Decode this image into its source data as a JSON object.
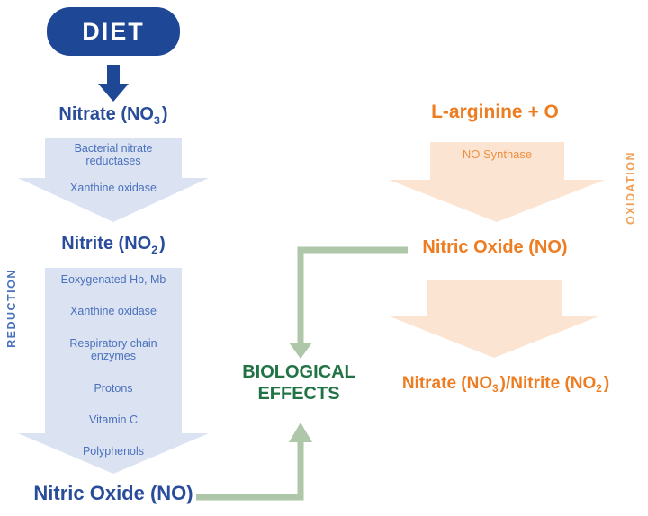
{
  "colors": {
    "dark_blue": "#1e4796",
    "heading_blue": "#2a4d9b",
    "light_blue_fill": "#dbe2f2",
    "arrow_text_blue": "#4a71bd",
    "orange": "#ee7d22",
    "light_orange_fill": "#fbe4d2",
    "soft_orange_text": "#ef9040",
    "oxidation_text": "#f0a058",
    "green_text": "#217346",
    "green_arrow": "#adc7a8"
  },
  "left": {
    "diet_label": "DIET",
    "reduction_label": "REDUCTION",
    "nitrate": {
      "pre": "Nitrate (NO",
      "sub": "3",
      "post": ")"
    },
    "arrow1_items": [
      "Bacterial nitrate reductases",
      "Xanthine oxidase"
    ],
    "nitrite": {
      "pre": "Nitrite (NO",
      "sub": "2",
      "post": ")"
    },
    "arrow2_items": [
      "Eoxygenated Hb, Mb",
      "Xanthine oxidase",
      "Respiratory chain enzymes",
      "Protons",
      "Vitamin C",
      "Polyphenols"
    ],
    "nitric_oxide_label": "Nitric Oxide (NO)"
  },
  "right": {
    "oxidation_label": "OXIDATION",
    "larginine_label": "L-arginine + O",
    "no_synthase_label": "NO Synthase",
    "nitric_oxide_label": "Nitric Oxide (NO)",
    "product": {
      "p1": "Nitrate (NO",
      "p2": "3",
      "p3": ")/Nitrite (NO",
      "p4": "2",
      "p5": ")"
    }
  },
  "center": {
    "biological_line1": "BIOLOGICAL",
    "biological_line2": "EFFECTS"
  }
}
